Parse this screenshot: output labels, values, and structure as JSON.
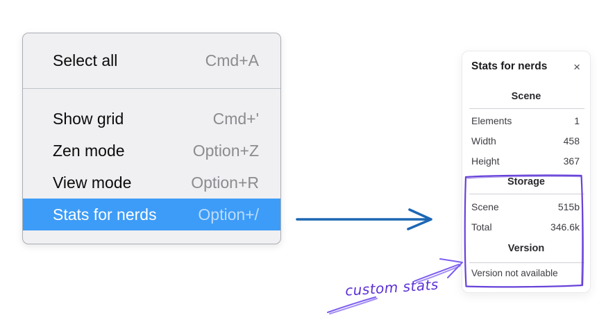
{
  "menu": {
    "groups": [
      {
        "items": [
          {
            "label": "Select all",
            "shortcut": "Cmd+A"
          }
        ]
      },
      {
        "items": [
          {
            "label": "Show grid",
            "shortcut": "Cmd+'"
          },
          {
            "label": "Zen mode",
            "shortcut": "Option+Z"
          },
          {
            "label": "View mode",
            "shortcut": "Option+R"
          },
          {
            "label": "Stats for nerds",
            "shortcut": "Option+/",
            "selected": true
          }
        ]
      }
    ]
  },
  "stats_panel": {
    "title": "Stats for nerds",
    "close_icon": "×",
    "sections": [
      {
        "header": "Scene",
        "rows": [
          [
            "Elements",
            "1"
          ],
          [
            "Width",
            "458"
          ],
          [
            "Height",
            "367"
          ]
        ]
      },
      {
        "header": "Storage",
        "rows": [
          [
            "Scene",
            "515b"
          ],
          [
            "Total",
            "346.6k"
          ]
        ]
      },
      {
        "header": "Version",
        "note": "Version not available"
      }
    ]
  },
  "annotation": {
    "label": "custom stats"
  },
  "colors": {
    "menu_selected_bg": "#3d9cf7",
    "blue_arrow": "#1c67b4",
    "purple_box": "#6741d9",
    "purple_arrow": "#7c5cf0",
    "annotation_text": "#5b2fd6"
  }
}
